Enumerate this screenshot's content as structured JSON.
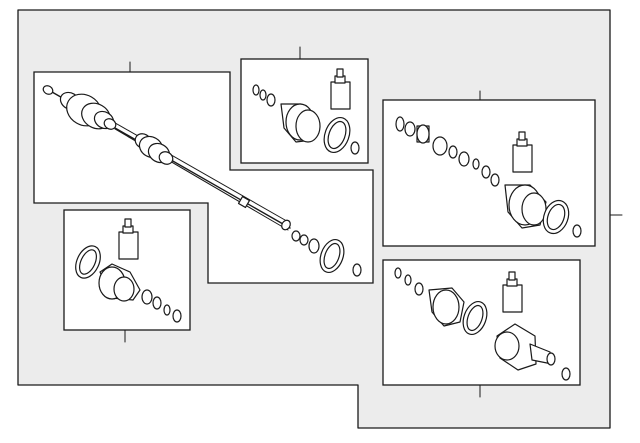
{
  "colors": {
    "background": "#ececec",
    "panel": "#ffffff",
    "line": "#1a1a1a"
  },
  "diagram": {
    "kind": "exploded-parts-view",
    "assemblies": [
      {
        "id": "axle-shaft",
        "icon": "axle-shaft-icon"
      },
      {
        "id": "outer-joint-boot-kit",
        "icon": "boot-kit-icon"
      },
      {
        "id": "inner-joint-kit",
        "icon": "inner-joint-icon"
      },
      {
        "id": "outer-boot-kit",
        "icon": "boot-kit-icon"
      },
      {
        "id": "inner-housing-kit",
        "icon": "housing-icon"
      }
    ]
  }
}
